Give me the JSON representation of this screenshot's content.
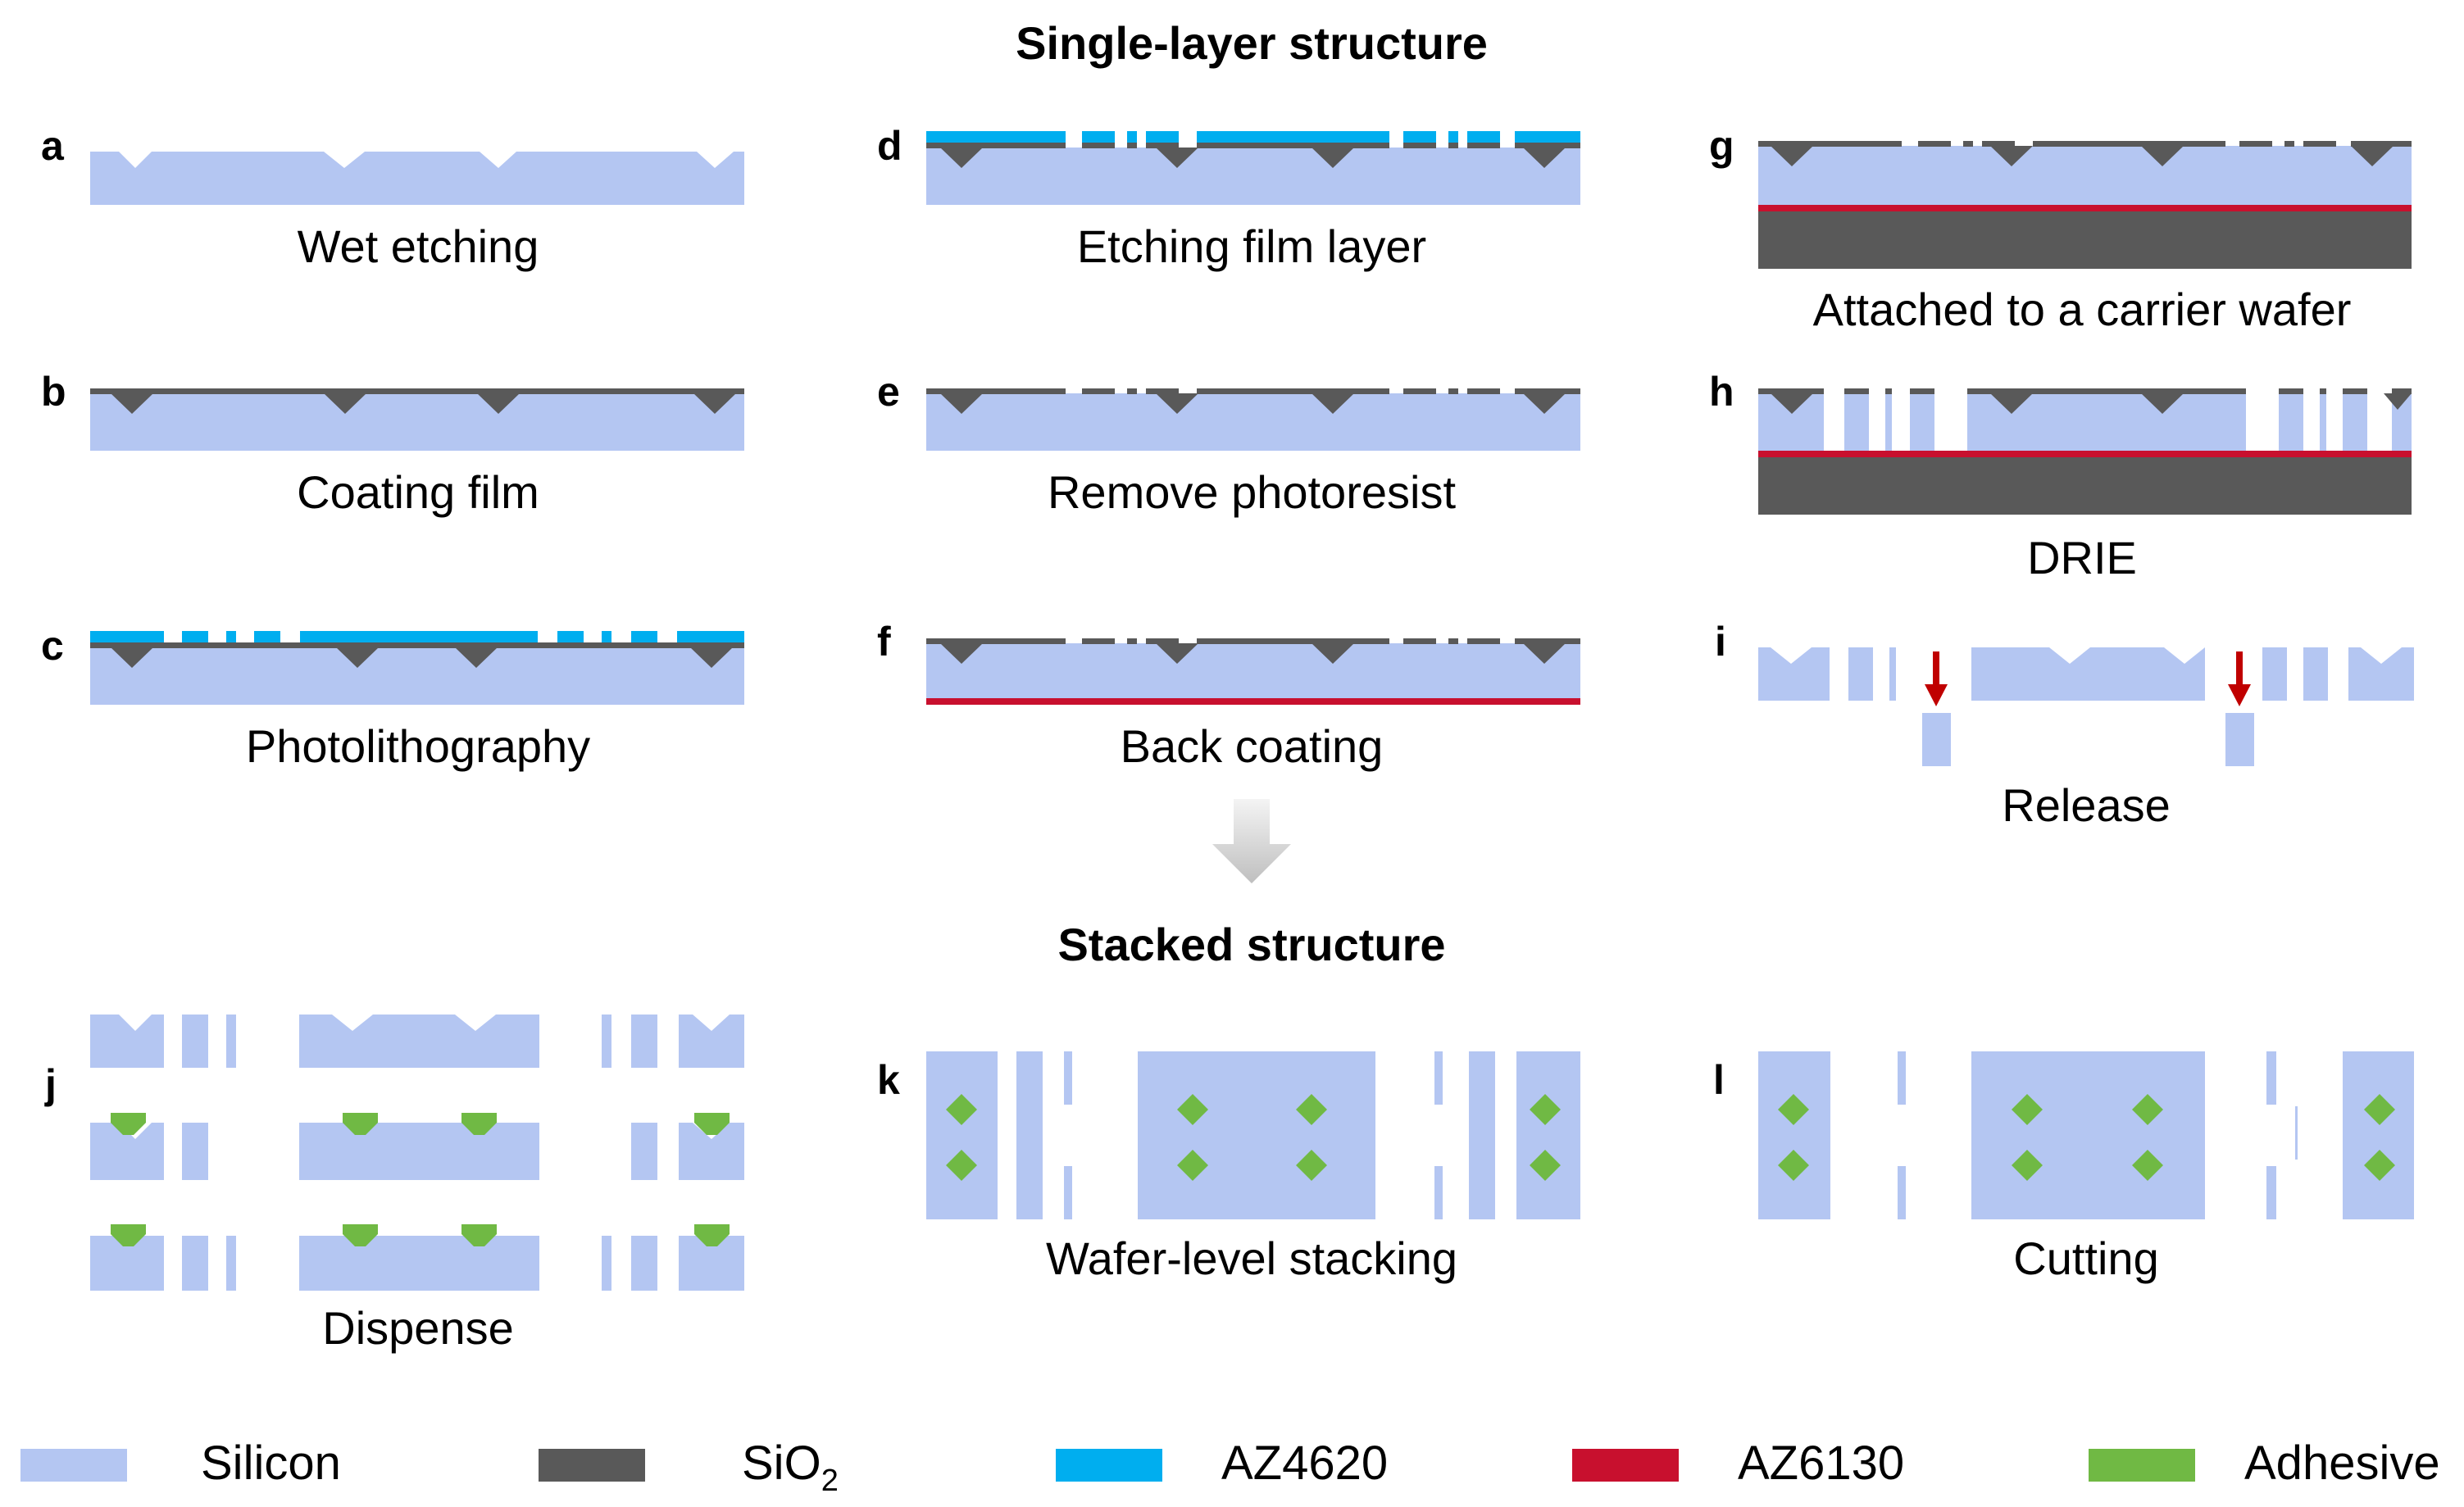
{
  "titles": {
    "single_layer": "Single-layer structure",
    "stacked": "Stacked structure"
  },
  "colors": {
    "silicon": "#b4c6f2",
    "sio2": "#595959",
    "az4620": "#00aeef",
    "az6130": "#c8102e",
    "adhesive": "#70b944",
    "arrow_fill": "#d9d9d9"
  },
  "steps": [
    {
      "letter": "a",
      "label": "Wet etching"
    },
    {
      "letter": "b",
      "label": "Coating film"
    },
    {
      "letter": "c",
      "label": "Photolithography"
    },
    {
      "letter": "d",
      "label": "Etching film layer"
    },
    {
      "letter": "e",
      "label": "Remove photoresist"
    },
    {
      "letter": "f",
      "label": "Back coating"
    },
    {
      "letter": "g",
      "label": "Attached to a carrier wafer"
    },
    {
      "letter": "h",
      "label": "DRIE"
    },
    {
      "letter": "i",
      "label": "Release"
    },
    {
      "letter": "j",
      "label": "Dispense"
    },
    {
      "letter": "k",
      "label": "Wafer-level stacking"
    },
    {
      "letter": "l",
      "label": "Cutting"
    }
  ],
  "legend": [
    {
      "name": "silicon",
      "label": "Silicon"
    },
    {
      "name": "sio2",
      "label": "SiO",
      "sub": "2"
    },
    {
      "name": "az4620",
      "label": "AZ4620"
    },
    {
      "name": "az6130",
      "label": "AZ6130"
    },
    {
      "name": "adhesive",
      "label": "Adhesive"
    }
  ]
}
